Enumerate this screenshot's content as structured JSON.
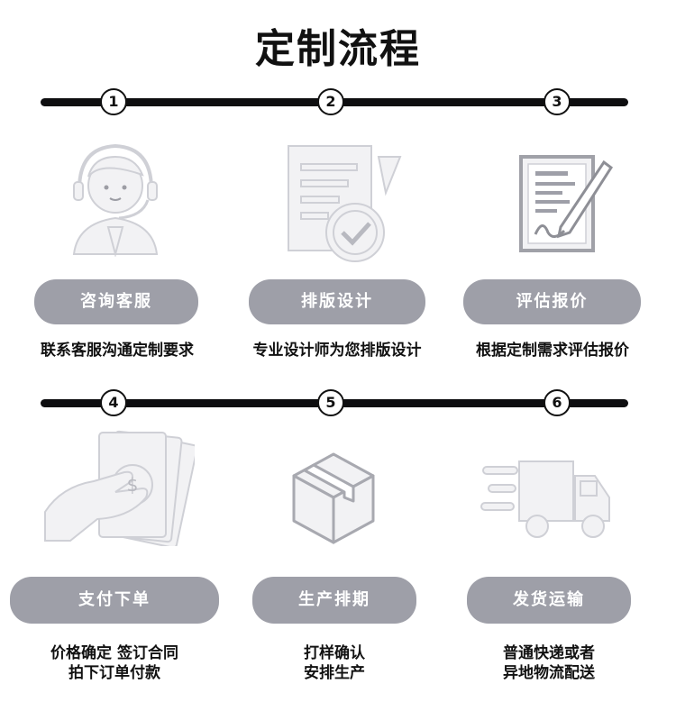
{
  "title": "定制流程",
  "steps": [
    {
      "num": "1",
      "label": "咨询客服",
      "desc": [
        "联系客服沟通定制要求"
      ]
    },
    {
      "num": "2",
      "label": "排版设计",
      "desc": [
        "专业设计师为您排版设计"
      ]
    },
    {
      "num": "3",
      "label": "评估报价",
      "desc": [
        "根据定制需求评估报价"
      ]
    },
    {
      "num": "4",
      "label": "支付下单",
      "desc": [
        "价格确定 签订合同",
        "拍下订单付款"
      ]
    },
    {
      "num": "5",
      "label": "生产排期",
      "desc": [
        "打样确认",
        "安排生产"
      ]
    },
    {
      "num": "6",
      "label": "发货运输",
      "desc": [
        "普通快递或者",
        "异地物流配送"
      ]
    }
  ],
  "colors": {
    "pill": "#9e9fa8",
    "line": "#0e0e10",
    "icon_fill": "#f2f2f4",
    "icon_stroke": "#cfd0d6"
  },
  "icons": [
    "customer-service-icon",
    "design-document-icon",
    "quote-contract-icon",
    "payment-money-icon",
    "package-box-icon",
    "delivery-truck-icon"
  ]
}
